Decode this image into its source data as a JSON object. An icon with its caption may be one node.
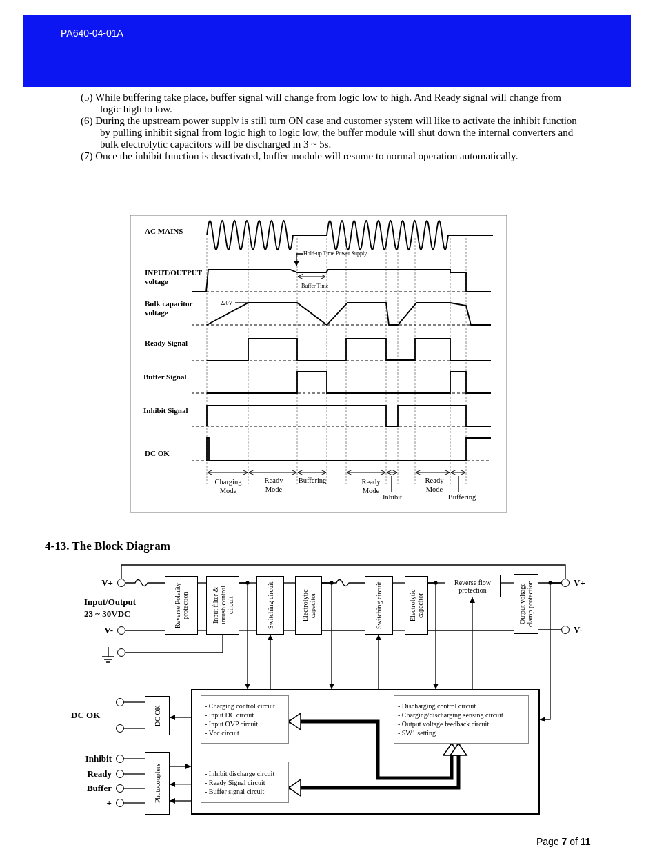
{
  "diagram": {
    "nodes": [
      {
        "text": [
          "Hold-up Time Power Supply"
        ]
      },
      {
        "text": [
          "220V"
        ]
      },
      {
        "text": [
          "Inhibit"
        ]
      },
      {
        "text": [
          "Buffering"
        ]
      },
      {
        "text": [],
        "shape": "circle",
        "beside": [
          "V+"
        ]
      },
      {
        "text": [],
        "shape": "circle",
        "beside": [
          "V-"
        ]
      },
      {
        "text": [],
        "shape": "circle"
      },
      {
        "text": [
          "Reverse Polarity protection"
        ]
      },
      {
        "text": [
          "Input filter & inrush control circuit"
        ]
      },
      {
        "text": [
          "Switching circuit"
        ]
      },
      {
        "text": [
          "Electrolytic capacitor"
        ]
      },
      {
        "text": [
          "Switching circuit"
        ]
      },
      {
        "text": [
          "Electrolytic capacitor"
        ]
      },
      {
        "text": [
          "Reverse flow protection"
        ]
      },
      {
        "text": [
          "Output voltage clamp protection"
        ]
      },
      {
        "text": [],
        "shape": "circle",
        "beside": [
          "V+"
        ]
      },
      {
        "text": [],
        "shape": "circle",
        "beside": [
          "V-"
        ]
      },
      {
        "text": [],
        "shape": "box"
      },
      {
        "text": [
          "- Charging control circuit",
          "- Input DC circuit",
          "- Input OVP circuit",
          "- Vcc circuit"
        ],
        "in": 17
      },
      {
        "text": [
          "- Discharging control circuit",
          "- Charging/discharging sensing circuit",
          "- Output voltage feedback circuit",
          "- SW1 setting"
        ],
        "in": 17
      },
      {
        "text": [
          "- Inhibit discharge circuit",
          "- Ready Signal circuit",
          "- Buffer signal circuit"
        ],
        "in": 17
      },
      {
        "text": [
          "DC OK"
        ]
      },
      {
        "text": [
          "Photocouplers"
        ]
      },
      {
        "text": [],
        "shape": "circle"
      },
      {
        "text": [],
        "shape": "circle"
      },
      {
        "text": [],
        "shape": "circle",
        "beside": [
          "Inhibit"
        ]
      },
      {
        "text": [],
        "shape": "circle",
        "beside": [
          "Ready"
        ]
      },
      {
        "text": [],
        "shape": "circle",
        "beside": [
          "Buffer"
        ]
      },
      {
        "text": [],
        "shape": "circle",
        "beside": [
          "+"
        ]
      }
    ],
    "edges": [
      {
        "from": 0,
        "to": null,
        "arrow": "to"
      },
      {
        "from": 1,
        "to": null,
        "arrow": "none"
      },
      {
        "from": 2,
        "to": null,
        "arrow": "none"
      },
      {
        "from": 3,
        "to": null,
        "arrow": "none"
      },
      {
        "from": 4,
        "to": 7,
        "arrow": "none"
      },
      {
        "from": 5,
        "to": 7,
        "arrow": "none"
      },
      {
        "from": 7,
        "to": 8,
        "arrow": "none"
      },
      {
        "from": 7,
        "to": 8,
        "arrow": "none"
      },
      {
        "from": 8,
        "to": 9,
        "arrow": "none"
      },
      {
        "from": 8,
        "to": 9,
        "arrow": "none"
      },
      {
        "from": 9,
        "to": 10,
        "arrow": "none"
      },
      {
        "from": 9,
        "to": 10,
        "arrow": "none"
      },
      {
        "from": 10,
        "to": 11,
        "arrow": "none"
      },
      {
        "from": 10,
        "to": 11,
        "arrow": "none"
      },
      {
        "from": 11,
        "to": 12,
        "arrow": "none"
      },
      {
        "from": 11,
        "to": 12,
        "arrow": "none"
      },
      {
        "from": 12,
        "to": 13,
        "arrow": "none"
      },
      {
        "from": 12,
        "to": 14,
        "arrow": "none"
      },
      {
        "from": 13,
        "to": 14,
        "arrow": "none"
      },
      {
        "from": 14,
        "to": 15,
        "arrow": "none"
      },
      {
        "from": 14,
        "to": 16,
        "arrow": "none"
      },
      {
        "from": 4,
        "to": 15,
        "arrow": "none"
      },
      {
        "from": 6,
        "to": 8,
        "arrow": "none"
      },
      {
        "from": 8,
        "to": 17,
        "arrow": "to"
      },
      {
        "from": 17,
        "to": 9,
        "arrow": "to"
      },
      {
        "from": 10,
        "to": 17,
        "arrow": "to"
      },
      {
        "from": 17,
        "to": 11,
        "arrow": "to"
      },
      {
        "from": 12,
        "to": 17,
        "arrow": "to"
      },
      {
        "from": 17,
        "to": 13,
        "arrow": "to"
      },
      {
        "from": 15,
        "to": 17,
        "arrow": "to"
      },
      {
        "from": 17,
        "to": 21,
        "arrow": "to"
      },
      {
        "from": 23,
        "to": 21,
        "arrow": "none"
      },
      {
        "from": 24,
        "to": 21,
        "arrow": "none"
      },
      {
        "from": 25,
        "to": 22,
        "arrow": "none"
      },
      {
        "from": 26,
        "to": 22,
        "arrow": "none"
      },
      {
        "from": 27,
        "to": 22,
        "arrow": "none"
      },
      {
        "from": 28,
        "to": 22,
        "arrow": "none"
      },
      {
        "from": 22,
        "to": 17,
        "arrow": "to"
      },
      {
        "from": 17,
        "to": 22,
        "arrow": "to"
      },
      {
        "from": 17,
        "to": 22,
        "arrow": "to"
      },
      {
        "from": 19,
        "to": 18,
        "arrow": "both",
        "style": "thick"
      },
      {
        "from": 19,
        "to": 20,
        "arrow": "both",
        "style": "thick"
      }
    ],
    "labels": [
      "PA640-04-01A",
      "(5) While buffering take place, buffer signal will change from logic low to high. And Ready signal will change from logic high to low.",
      "(6) During the upstream power supply is still turn ON case and customer system will like to activate the inhibit function by pulling inhibit signal from logic high to logic low, the buffer module will shut down the internal converters and bulk electrolytic capacitors will be discharged in 3 ~ 5s.",
      "(7) Once the inhibit function is deactivated, buffer module will resume to normal operation automatically.",
      "AC MAINS",
      "INPUT/OUTPUT voltage",
      "Bulk capacitor voltage",
      "Ready Signal",
      "Buffer Signal",
      "Inhibit Signal",
      "DC OK",
      "Buffer Time",
      "Charging Mode",
      "Ready Mode",
      "Buffering",
      "Ready Mode",
      "Ready Mode",
      "4-13. The Block Diagram",
      "Input/Output 23 ~ 30VDC",
      "DC OK",
      "Page **7** of **11**"
    ]
  }
}
